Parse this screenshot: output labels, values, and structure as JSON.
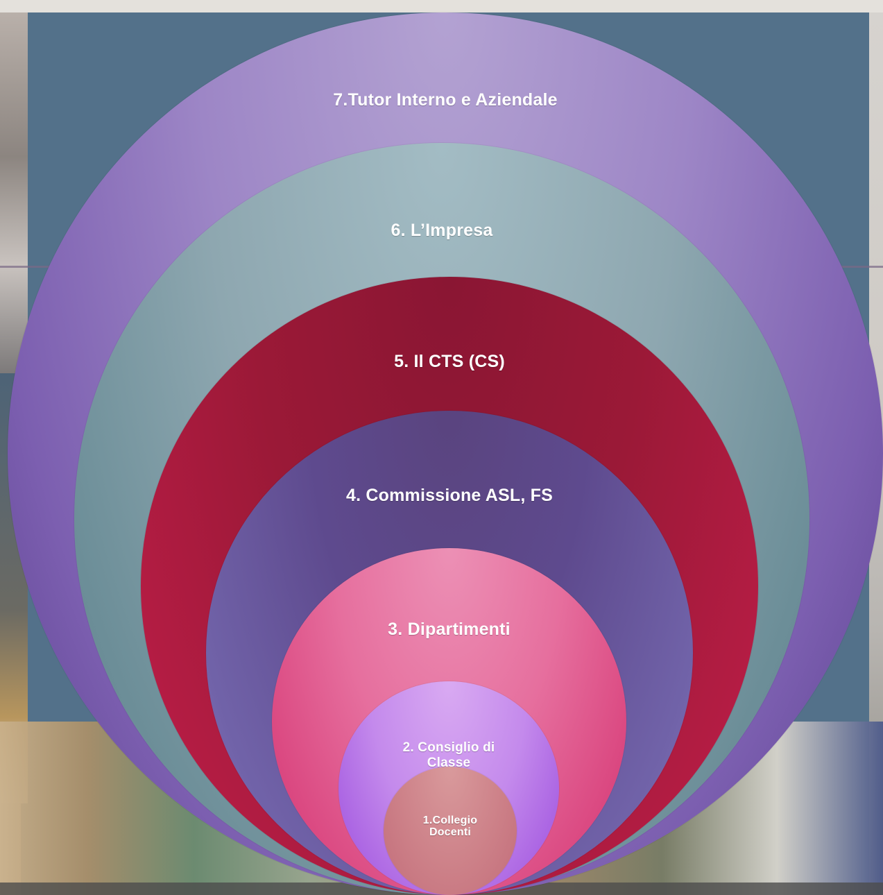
{
  "diagram": {
    "rings": [
      {
        "label": "7.Tutor Interno  e Aziendale"
      },
      {
        "label": "6. L’Impresa"
      },
      {
        "label": "5. Il CTS (CS)"
      },
      {
        "label": "4. Commissione ASL, FS"
      },
      {
        "label": "3. Dipartimenti"
      },
      {
        "label": "2. Consiglio di Classe"
      },
      {
        "label": "1.Collegio Docenti"
      }
    ]
  }
}
